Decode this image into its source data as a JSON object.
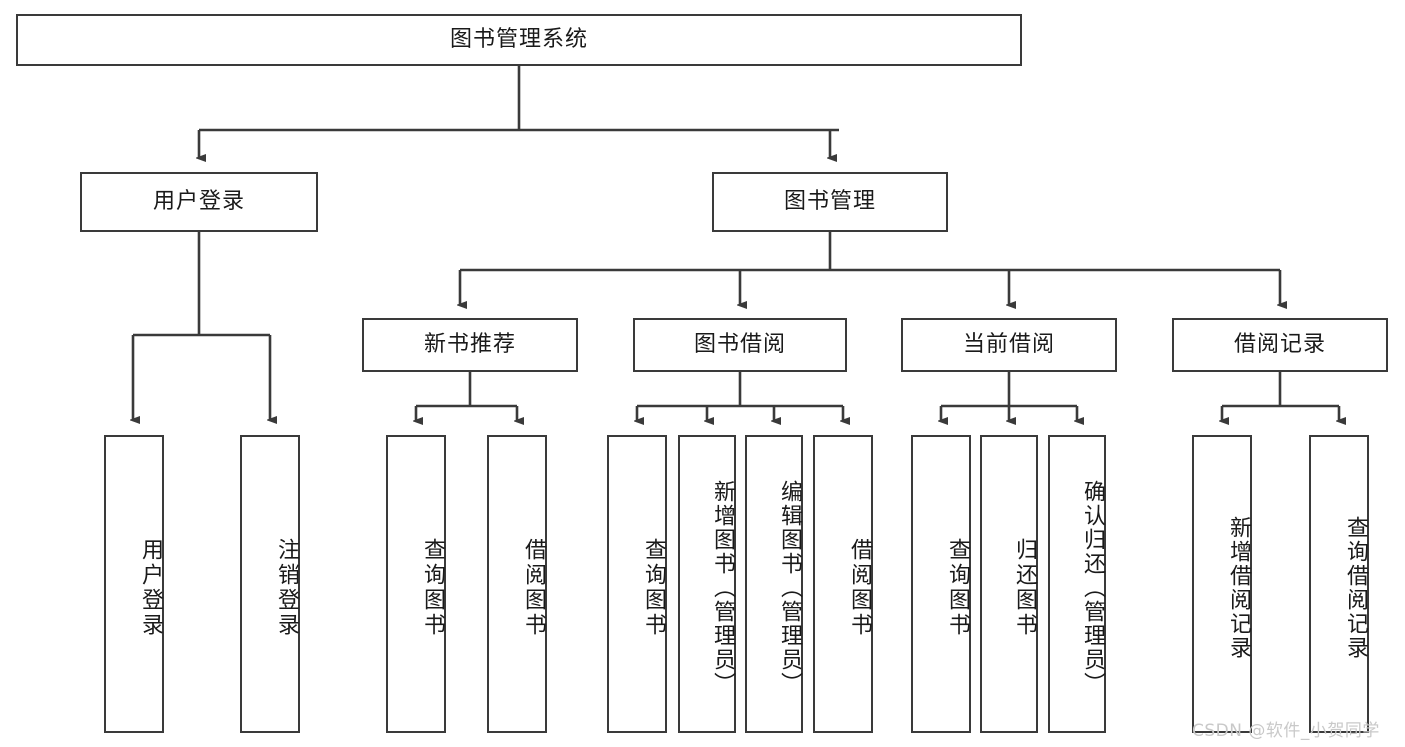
{
  "diagram": {
    "title": "图书管理系统",
    "type": "tree-hierarchy-diagram",
    "root": {
      "label": "图书管理系统"
    },
    "level1": [
      {
        "label": "用户登录"
      },
      {
        "label": "图书管理"
      }
    ],
    "level2": [
      {
        "label": "新书推荐"
      },
      {
        "label": "图书借阅"
      },
      {
        "label": "当前借阅"
      },
      {
        "label": "借阅记录"
      }
    ],
    "leaves": {
      "user_login": [
        {
          "label": "用户登录"
        },
        {
          "label": "注销登录"
        }
      ],
      "new_book_recommend": [
        {
          "label": "查询图书"
        },
        {
          "label": "借阅图书"
        }
      ],
      "book_borrow": [
        {
          "label": "查询图书"
        },
        {
          "label": "新增图书（管理员）"
        },
        {
          "label": "编辑图书（管理员）"
        },
        {
          "label": "借阅图书"
        }
      ],
      "current_borrow": [
        {
          "label": "查询图书"
        },
        {
          "label": "归还图书"
        },
        {
          "label": "确认归还（管理员）"
        }
      ],
      "borrow_records": [
        {
          "label": "新增借阅记录"
        },
        {
          "label": "查询借阅记录"
        }
      ]
    }
  },
  "watermark": {
    "text": "CSDN @软件_小贺同学"
  },
  "colors": {
    "stroke": "#3a3a3a",
    "fill": "#ffffff",
    "text": "#1a1a1a",
    "watermark": "#c9c9c9"
  }
}
